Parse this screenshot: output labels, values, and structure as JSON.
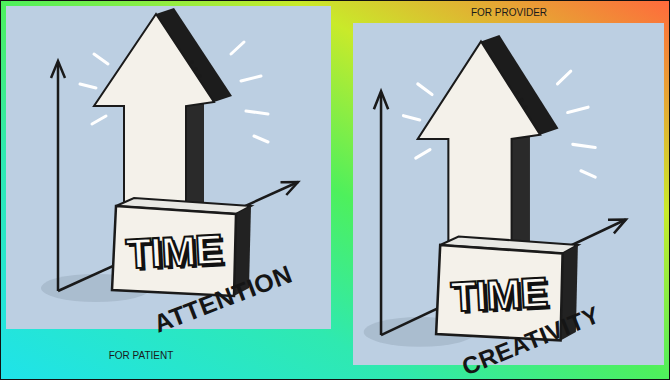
{
  "diagram": {
    "nodes": [
      {
        "text": [
          "TIME",
          "ATTENTION",
          "FOR PATIENT"
        ]
      },
      {
        "text": [
          "FOR PROVIDER",
          "TIME",
          "CREATIVITY"
        ]
      }
    ]
  }
}
